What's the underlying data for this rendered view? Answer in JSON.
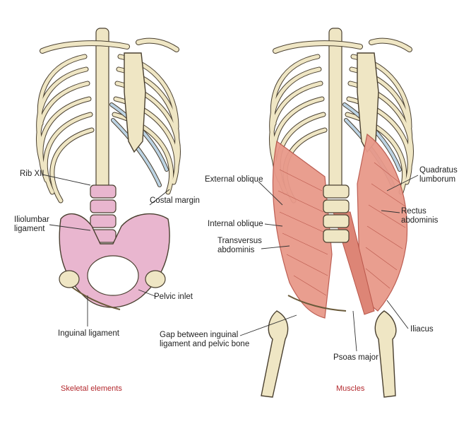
{
  "panels": {
    "left": {
      "caption": "Skeletal elements",
      "labels": {
        "rib_xii": "Rib XII",
        "costal_margin": "Costal margin",
        "iliolumbar_l1": "Iliolumbar",
        "iliolumbar_l2": "ligament",
        "pelvic_inlet": "Pelvic inlet",
        "inguinal_ligament": "Inguinal ligament"
      }
    },
    "right": {
      "caption": "Muscles",
      "labels": {
        "external_oblique": "External oblique",
        "internal_oblique": "Internal oblique",
        "transversus_l1": "Transversus",
        "transversus_l2": "abdominis",
        "quadratus_l1": "Quadratus",
        "quadratus_l2": "lumborum",
        "rectus_l1": "Rectus",
        "rectus_l2": "abdominis",
        "gap_l1": "Gap between inguinal",
        "gap_l2": "ligament and pelvic bone",
        "iliacus": "Iliacus",
        "psoas_major": "Psoas major"
      }
    }
  },
  "colors": {
    "bone": "#efe6c4",
    "bone_outline": "#4a4030",
    "cartilage": "#bcd3e3",
    "pelvis": "#e9b6cf",
    "muscle": "#e8998a",
    "muscle_fiber": "#b9564a",
    "caption": "#b3282d"
  }
}
